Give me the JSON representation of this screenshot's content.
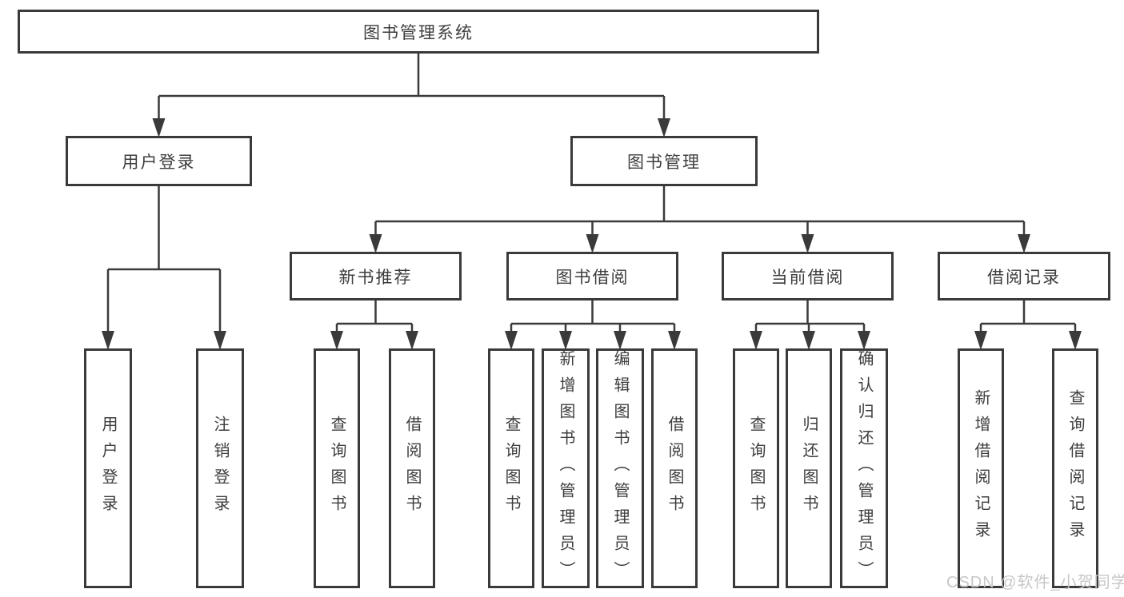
{
  "diagram": {
    "root": {
      "label": "图书管理系统"
    },
    "level2": [
      {
        "label": "用户登录",
        "parent": "图书管理系统"
      },
      {
        "label": "图书管理",
        "parent": "图书管理系统"
      }
    ],
    "level3": [
      {
        "label": "新书推荐",
        "parent": "图书管理"
      },
      {
        "label": "图书借阅",
        "parent": "图书管理"
      },
      {
        "label": "当前借阅",
        "parent": "图书管理"
      },
      {
        "label": "借阅记录",
        "parent": "图书管理"
      }
    ],
    "leaves": [
      {
        "label": "用户登录",
        "parent": "用户登录"
      },
      {
        "label": "注销登录",
        "parent": "用户登录"
      },
      {
        "label": "查询图书",
        "parent": "新书推荐"
      },
      {
        "label": "借阅图书",
        "parent": "新书推荐"
      },
      {
        "label": "查询图书",
        "parent": "图书借阅"
      },
      {
        "label": "新增图书（管理员）",
        "parent": "图书借阅"
      },
      {
        "label": "编辑图书（管理员）",
        "parent": "图书借阅"
      },
      {
        "label": "借阅图书",
        "parent": "图书借阅"
      },
      {
        "label": "查询图书",
        "parent": "当前借阅"
      },
      {
        "label": "归还图书",
        "parent": "当前借阅"
      },
      {
        "label": "确认归还（管理员）",
        "parent": "当前借阅"
      },
      {
        "label": "新增借阅记录",
        "parent": "借阅记录"
      },
      {
        "label": "查询借阅记录",
        "parent": "借阅记录"
      }
    ]
  },
  "watermark": {
    "text": "CSDN @软件_小贺同学"
  },
  "colors": {
    "border": "#3a3a3a",
    "text": "#3d3d3d",
    "background": "#ffffff",
    "watermark": "#c7c7c7"
  }
}
